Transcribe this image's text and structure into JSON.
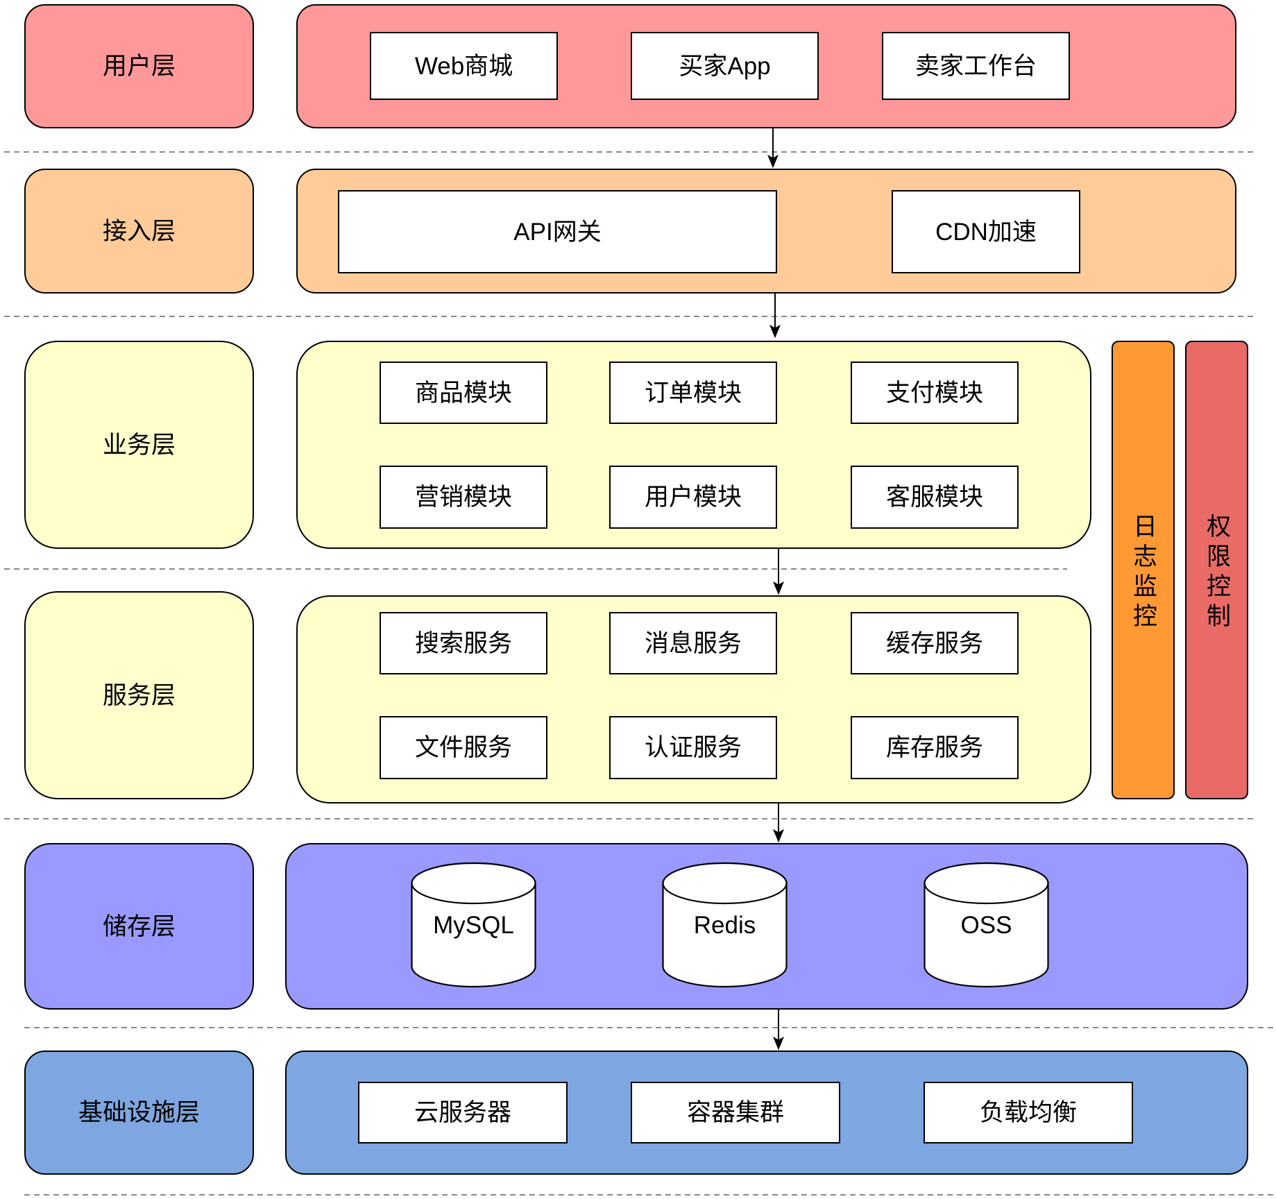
{
  "layers": {
    "user": {
      "label": "用户层",
      "color": "#FF9999",
      "items": [
        "Web商城",
        "买家App",
        "卖家工作台"
      ]
    },
    "access": {
      "label": "接入层",
      "color": "#FFCC99",
      "items": [
        "API网关",
        "CDN加速"
      ]
    },
    "business": {
      "label": "业务层",
      "color": "#FFFFCC",
      "items": [
        "商品模块",
        "订单模块",
        "支付模块",
        "营销模块",
        "用户模块",
        "客服模块"
      ]
    },
    "service": {
      "label": "服务层",
      "color": "#FFFFCC",
      "items": [
        "搜索服务",
        "消息服务",
        "缓存服务",
        "文件服务",
        "认证服务",
        "库存服务"
      ]
    },
    "storage": {
      "label": "储存层",
      "color": "#9999FF",
      "items": [
        "MySQL",
        "Redis",
        "OSS"
      ]
    },
    "infrastructure": {
      "label": "基础设施层",
      "color": "#7EA6E0",
      "items": [
        "云服务器",
        "容器集群",
        "负载均衡"
      ]
    }
  },
  "cross_cutting": [
    {
      "label": "日志监控",
      "color": "#FF9933"
    },
    {
      "label": "权限控制",
      "color": "#EA6B66"
    }
  ]
}
